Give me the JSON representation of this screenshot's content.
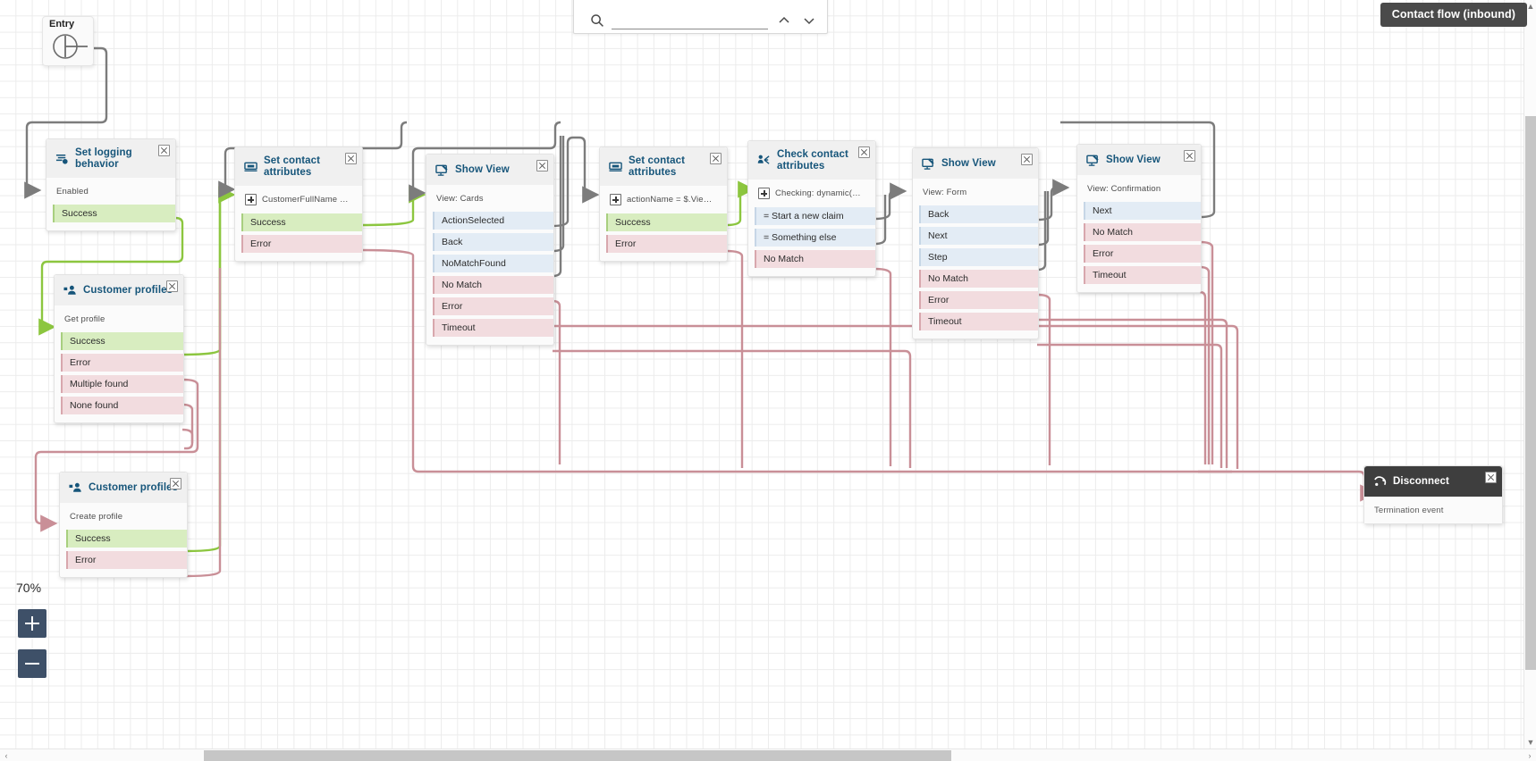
{
  "flow": {
    "title": "Contact flow (inbound)",
    "zoom_level": "70%",
    "entry_label": "Entry"
  },
  "search": {
    "placeholder": "",
    "value": "",
    "icon": "search-icon",
    "prev_icon": "chevron-up-icon",
    "next_icon": "chevron-down-icon"
  },
  "zoom_controls": {
    "in_label": "+",
    "out_label": "−",
    "percent": "70%"
  },
  "nodes": [
    {
      "id": "set-logging-behavior",
      "icon": "logging-icon",
      "title": "Set logging behavior",
      "subtitle": "Enabled",
      "has_plus": false,
      "ports": [
        {
          "label": "Success",
          "kind": "success"
        }
      ]
    },
    {
      "id": "customer-profiles-get",
      "icon": "customer-profiles-icon",
      "title": "Customer profiles",
      "subtitle": "Get profile",
      "has_plus": false,
      "ports": [
        {
          "label": "Success",
          "kind": "success"
        },
        {
          "label": "Error",
          "kind": "error"
        },
        {
          "label": "Multiple found",
          "kind": "error"
        },
        {
          "label": "None found",
          "kind": "error"
        }
      ]
    },
    {
      "id": "customer-profiles-create",
      "icon": "customer-profiles-icon",
      "title": "Customer profiles",
      "subtitle": "Create profile",
      "has_plus": false,
      "ports": [
        {
          "label": "Success",
          "kind": "success"
        },
        {
          "label": "Error",
          "kind": "error"
        }
      ]
    },
    {
      "id": "set-contact-attributes-1",
      "icon": "set-contact-attributes-icon",
      "title": "Set contact attributes",
      "subtitle": "CustomerFullName = $.Cu...",
      "has_plus": true,
      "ports": [
        {
          "label": "Success",
          "kind": "success"
        },
        {
          "label": "Error",
          "kind": "error"
        }
      ]
    },
    {
      "id": "show-view-cards",
      "icon": "show-view-icon",
      "title": "Show View",
      "subtitle": "View: Cards",
      "has_plus": false,
      "ports": [
        {
          "label": "ActionSelected",
          "kind": "neutral"
        },
        {
          "label": "Back",
          "kind": "neutral"
        },
        {
          "label": "NoMatchFound",
          "kind": "neutral"
        },
        {
          "label": "No Match",
          "kind": "error"
        },
        {
          "label": "Error",
          "kind": "error"
        },
        {
          "label": "Timeout",
          "kind": "error"
        }
      ]
    },
    {
      "id": "set-contact-attributes-2",
      "icon": "set-contact-attributes-icon",
      "title": "Set contact attributes",
      "subtitle": "actionName = $.Views.Vie...",
      "has_plus": true,
      "ports": [
        {
          "label": "Success",
          "kind": "success"
        },
        {
          "label": "Error",
          "kind": "error"
        }
      ]
    },
    {
      "id": "check-contact-attributes",
      "icon": "check-contact-attributes-icon",
      "title": "Check contact attributes",
      "subtitle": "Checking: dynamic(User d...",
      "has_plus": true,
      "ports": [
        {
          "label": "= Start a new claim",
          "kind": "neutral"
        },
        {
          "label": "= Something else",
          "kind": "neutral"
        },
        {
          "label": "No Match",
          "kind": "error"
        }
      ]
    },
    {
      "id": "show-view-form",
      "icon": "show-view-icon",
      "title": "Show View",
      "subtitle": "View: Form",
      "has_plus": false,
      "ports": [
        {
          "label": "Back",
          "kind": "neutral"
        },
        {
          "label": "Next",
          "kind": "neutral"
        },
        {
          "label": "Step",
          "kind": "neutral"
        },
        {
          "label": "No Match",
          "kind": "error"
        },
        {
          "label": "Error",
          "kind": "error"
        },
        {
          "label": "Timeout",
          "kind": "error"
        }
      ]
    },
    {
      "id": "show-view-confirmation",
      "icon": "show-view-icon",
      "title": "Show View",
      "subtitle": "View: Confirmation",
      "has_plus": false,
      "ports": [
        {
          "label": "Next",
          "kind": "neutral"
        },
        {
          "label": "No Match",
          "kind": "error"
        },
        {
          "label": "Error",
          "kind": "error"
        },
        {
          "label": "Timeout",
          "kind": "error"
        }
      ]
    },
    {
      "id": "disconnect",
      "icon": "disconnect-icon",
      "title": "Disconnect",
      "subtitle": "Termination event",
      "has_plus": false,
      "dark": true,
      "ports": []
    }
  ],
  "colors": {
    "success": "#d8edc0",
    "error": "#f2dcdf",
    "neutral": "#e3ecf5",
    "title_blue": "#16557a",
    "edge_gray": "#7c7c7c",
    "edge_green": "#8cc63f",
    "edge_pink": "#c98f97",
    "zoom_button": "#3e5068",
    "badge_dark": "#4a4a4a"
  },
  "scrollbars": {
    "vertical_up": "‹",
    "vertical_down": "›",
    "horizontal_left": "‹",
    "horizontal_right": "›"
  }
}
